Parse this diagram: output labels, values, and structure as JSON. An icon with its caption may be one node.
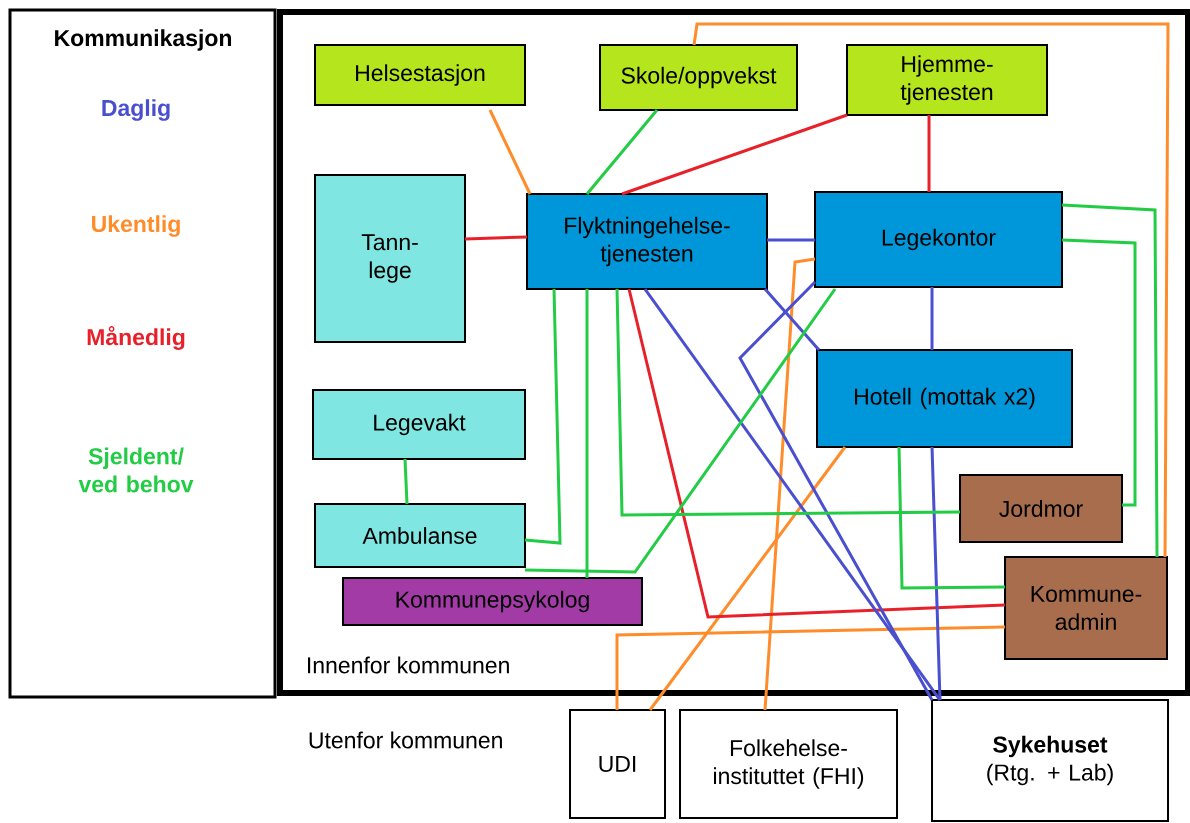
{
  "diagram": {
    "nodes": [
      {
        "text": [
          "Innenfor kommunen"
        ]
      },
      {
        "text": [
          "Helsestasjon"
        ],
        "in": 0
      },
      {
        "text": [
          "Skole/oppvekst"
        ],
        "in": 0
      },
      {
        "text": [
          "Hjemme- tjenesten"
        ],
        "in": 0
      },
      {
        "text": [
          "Tann- lege"
        ],
        "in": 0
      },
      {
        "text": [
          "Flyktningehelse- tjenesten"
        ],
        "in": 0
      },
      {
        "text": [
          "Legekontor"
        ],
        "in": 0
      },
      {
        "text": [
          "Hotell (mottak x2)"
        ],
        "in": 0
      },
      {
        "text": [
          "Legevakt"
        ],
        "in": 0
      },
      {
        "text": [
          "Ambulanse"
        ],
        "in": 0
      },
      {
        "text": [
          "Jordmor"
        ],
        "in": 0
      },
      {
        "text": [
          "Kommunepsykolog"
        ],
        "in": 0
      },
      {
        "text": [
          "Kommune- admin"
        ],
        "in": 0
      },
      {
        "text": [
          "UDI"
        ]
      },
      {
        "text": [
          "Folkehelse- instituttet (FHI)"
        ]
      },
      {
        "text": [
          "Sykehuset",
          "(Rtg. + Lab)"
        ]
      }
    ],
    "edges": [
      {
        "from": 1,
        "to": 5,
        "arrow": "none",
        "color": "#ff8c2a"
      },
      {
        "from": 2,
        "to": 12,
        "arrow": "none",
        "color": "#ff8c2a"
      },
      {
        "from": 6,
        "to": 14,
        "arrow": "none",
        "color": "#ff8c2a"
      },
      {
        "from": 7,
        "to": 13,
        "arrow": "none",
        "color": "#ff8c2a"
      },
      {
        "from": 12,
        "to": 13,
        "arrow": "none",
        "color": "#ff8c2a"
      },
      {
        "from": 4,
        "to": 5,
        "arrow": "none",
        "color": "#e8202a"
      },
      {
        "from": 3,
        "to": 5,
        "arrow": "none",
        "color": "#e8202a"
      },
      {
        "from": 3,
        "to": 6,
        "arrow": "none",
        "color": "#e8202a"
      },
      {
        "from": 5,
        "to": 12,
        "arrow": "none",
        "color": "#e8202a"
      },
      {
        "from": 5,
        "to": 6,
        "arrow": "none",
        "color": "#4a4fd0"
      },
      {
        "from": 6,
        "to": 7,
        "arrow": "none",
        "color": "#4a4fd0"
      },
      {
        "from": 5,
        "to": 7,
        "arrow": "none",
        "color": "#4a4fd0"
      },
      {
        "from": 5,
        "to": 15,
        "arrow": "none",
        "color": "#4a4fd0"
      },
      {
        "from": 6,
        "to": 15,
        "arrow": "none",
        "color": "#4a4fd0"
      },
      {
        "from": 7,
        "to": 15,
        "arrow": "none",
        "color": "#4a4fd0"
      },
      {
        "from": 2,
        "to": 5,
        "arrow": "none",
        "color": "#22cc44"
      },
      {
        "from": 8,
        "to": 9,
        "arrow": "none",
        "color": "#22cc44"
      },
      {
        "from": 5,
        "to": 9,
        "arrow": "none",
        "color": "#22cc44"
      },
      {
        "from": 5,
        "to": 11,
        "arrow": "none",
        "color": "#22cc44"
      },
      {
        "from": 6,
        "to": 9,
        "arrow": "none",
        "color": "#22cc44"
      },
      {
        "from": 5,
        "to": 10,
        "arrow": "none",
        "color": "#22cc44"
      },
      {
        "from": 6,
        "to": 12,
        "arrow": "none",
        "color": "#22cc44"
      },
      {
        "from": 6,
        "to": 10,
        "arrow": "none",
        "color": "#22cc44"
      },
      {
        "from": 7,
        "to": 12,
        "arrow": "none",
        "color": "#22cc44"
      }
    ],
    "labels": [
      "Kommunikasjon",
      "Utenfor kommunen"
    ],
    "legend": [
      {
        "text": "Daglig",
        "color": "#4a4fd0"
      },
      {
        "text": "Ukentlig",
        "color": "#ff8c2a"
      },
      {
        "text": "Månedlig",
        "color": "#e8202a"
      },
      {
        "text": "Sjeldent/ ved behov",
        "color": "#22cc44"
      }
    ]
  }
}
